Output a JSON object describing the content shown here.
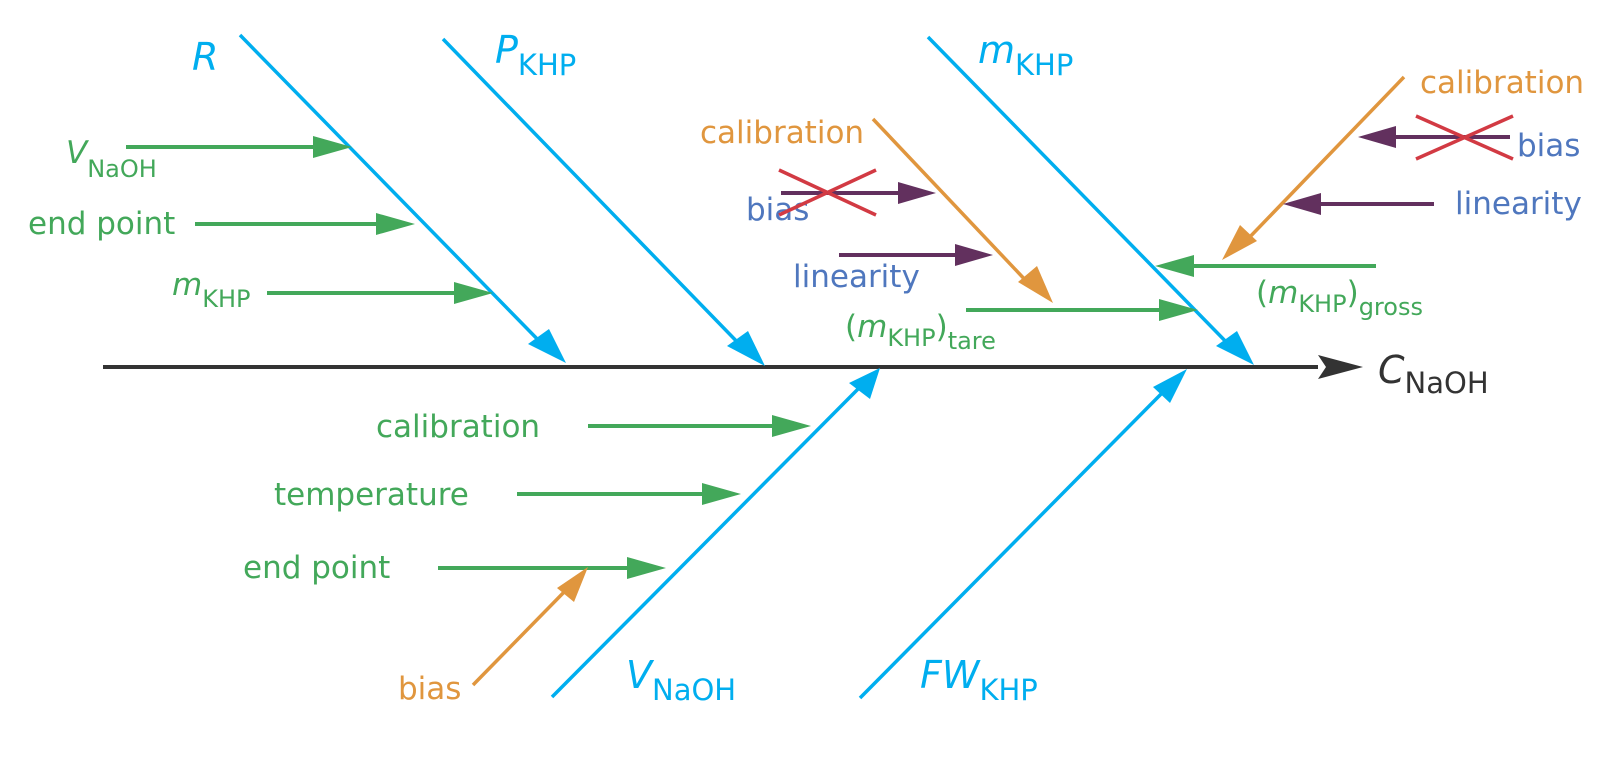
{
  "diagram": {
    "type": "fishbone",
    "effect": {
      "symbol": "C",
      "subscript": "NaOH"
    },
    "colors": {
      "spine": "#333333",
      "main_bone": "#00aeef",
      "cause": "#43a85a",
      "calibration": "#e0963e",
      "bias_linearity_arrow": "#62305e",
      "bias_linearity_text": "#4f77be",
      "cross_out": "#d23a43"
    },
    "bones": {
      "R": {
        "symbol": "R",
        "subscript": ""
      },
      "P_KHP": {
        "symbol": "P",
        "subscript": "KHP"
      },
      "m_KHP": {
        "symbol": "m",
        "subscript": "KHP"
      },
      "V_NaOH": {
        "symbol": "V",
        "subscript": "NaOH"
      },
      "FW_KHP": {
        "symbol": "FW",
        "subscript": "KHP"
      }
    },
    "R_causes": {
      "v_naoh": {
        "symbol": "V",
        "subscript": "NaOH"
      },
      "end_point": "end point",
      "m_khp": {
        "symbol": "m",
        "subscript": "KHP"
      }
    },
    "V_NaOH_causes": {
      "calibration": "calibration",
      "temperature": "temperature",
      "end_point": "end point",
      "end_point_bias": "bias"
    },
    "m_KHP_causes": {
      "tare": {
        "open": "(",
        "symbol": "m",
        "subscript": "KHP",
        "close": ")",
        "outer_subscript": "tare"
      },
      "gross": {
        "open": "(",
        "symbol": "m",
        "subscript": "KHP",
        "close": ")",
        "outer_subscript": "gross"
      },
      "tare_subcauses": {
        "calibration": "calibration",
        "bias": "bias",
        "bias_crossed_out": true,
        "linearity": "linearity"
      },
      "gross_subcauses": {
        "calibration": "calibration",
        "bias": "bias",
        "bias_crossed_out": true,
        "linearity": "linearity"
      }
    }
  }
}
